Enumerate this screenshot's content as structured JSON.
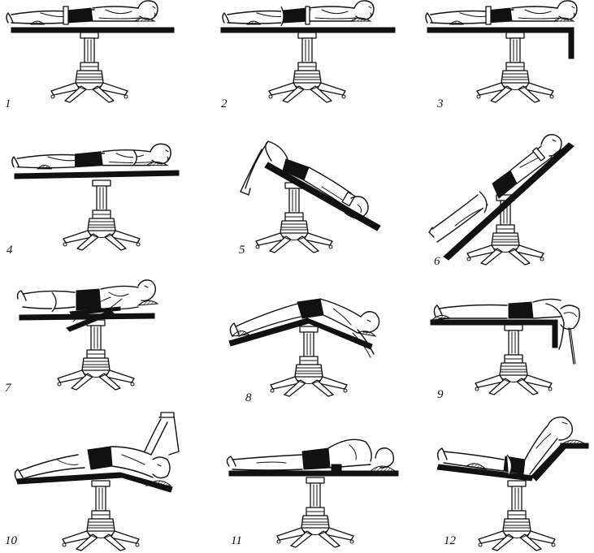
{
  "figure": {
    "panels": [
      {
        "id": 1,
        "label": "1"
      },
      {
        "id": 2,
        "label": "2"
      },
      {
        "id": 3,
        "label": "3"
      },
      {
        "id": 4,
        "label": "4"
      },
      {
        "id": 5,
        "label": "5"
      },
      {
        "id": 6,
        "label": "6"
      },
      {
        "id": 7,
        "label": "7"
      },
      {
        "id": 8,
        "label": "8"
      },
      {
        "id": 9,
        "label": "9"
      },
      {
        "id": 10,
        "label": "10"
      },
      {
        "id": 11,
        "label": "11"
      },
      {
        "id": 12,
        "label": "12"
      }
    ],
    "colors": {
      "ink": "#111111",
      "paper": "#ffffff"
    },
    "icons": {
      "table": "operating-table-icon",
      "patient": "patient-figure-icon",
      "pedestal": "table-pedestal-icon"
    }
  }
}
